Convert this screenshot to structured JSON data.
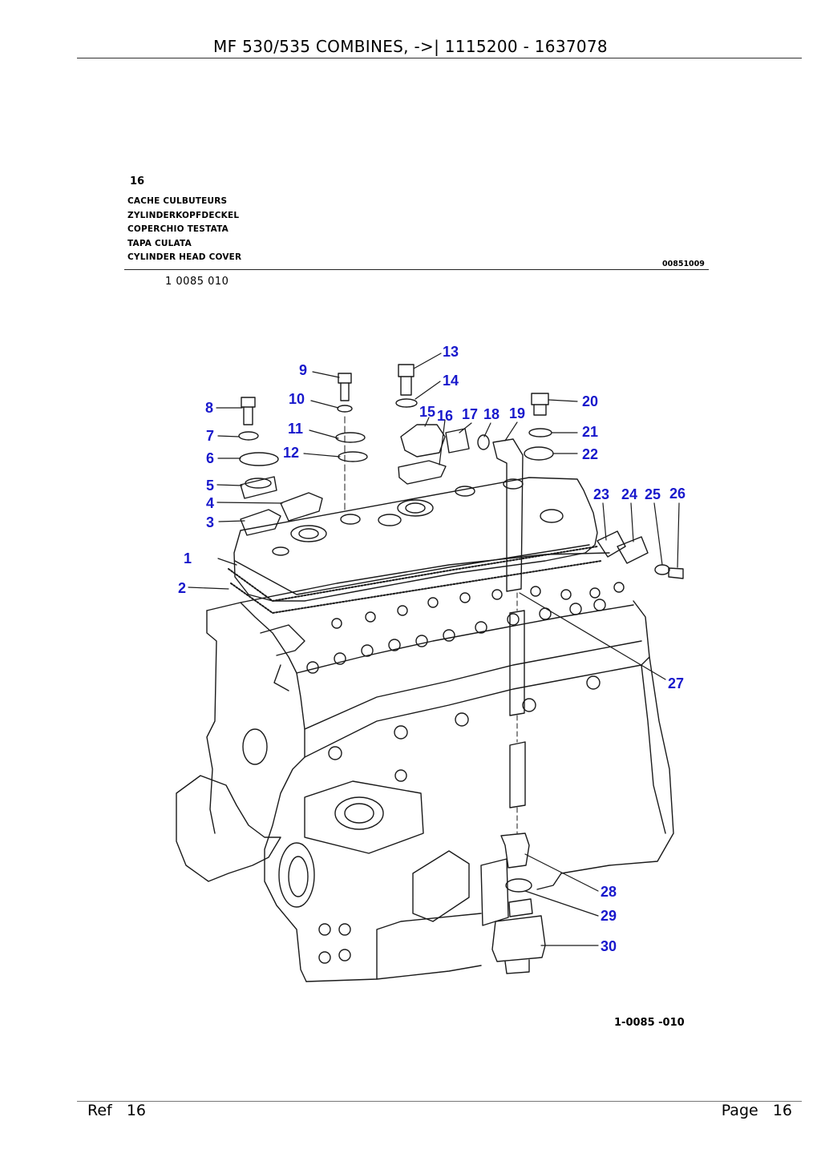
{
  "header": {
    "title": "MF 530/535 COMBINES, ->| 1115200 - 1637078"
  },
  "section": {
    "number": "16",
    "titles": [
      "CACHE CULBUTEURS",
      "ZYLINDERKOPFDECKEL",
      "COPERCHIO TESTATA",
      "TAPA CULATA",
      "CYLINDER HEAD COVER"
    ],
    "doc_code": "00851009",
    "ref_code": "1 0085 010"
  },
  "figure": {
    "code": "1-0085 -010",
    "callouts": [
      "1",
      "2",
      "3",
      "4",
      "5",
      "6",
      "7",
      "8",
      "9",
      "10",
      "11",
      "12",
      "13",
      "14",
      "15",
      "16",
      "17",
      "18",
      "19",
      "20",
      "21",
      "22",
      "23",
      "24",
      "25",
      "26",
      "27",
      "28",
      "29",
      "30"
    ],
    "callout_color": "#1818cc"
  },
  "footer": {
    "ref_label": "Ref   16",
    "page_label": "Page   16"
  }
}
